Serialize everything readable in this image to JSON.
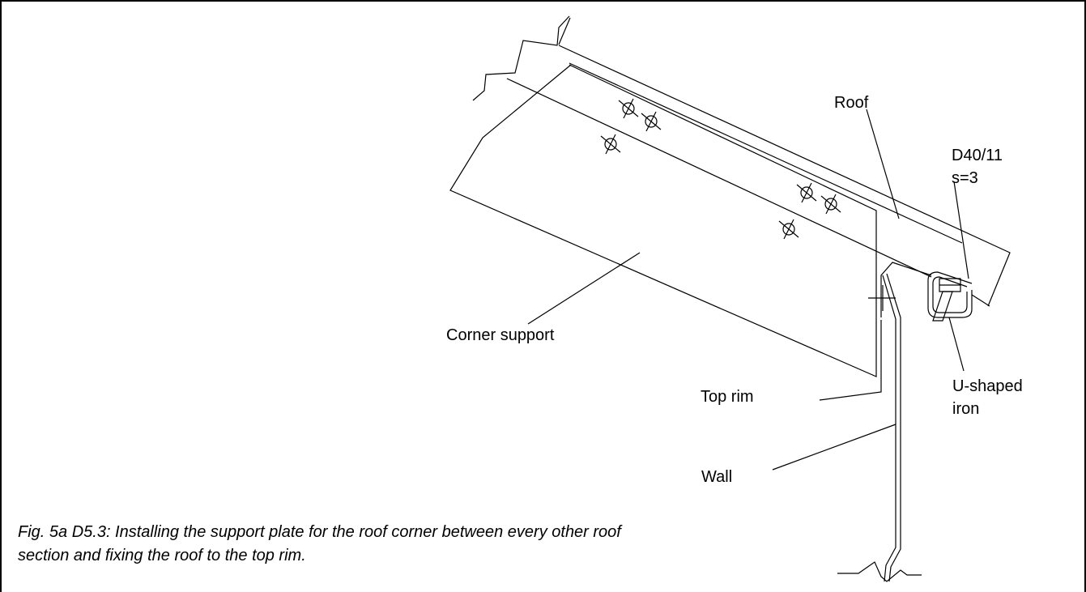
{
  "labels": {
    "roof": "Roof",
    "bolt_line1": "D40/11",
    "bolt_line2": "s=3",
    "corner_support": "Corner support",
    "top_rim": "Top rim",
    "u_iron_line1": "U-shaped",
    "u_iron_line2": "iron",
    "wall": "Wall"
  },
  "caption": {
    "line1": "Fig. 5a D5.3: Installing the support plate for the roof corner between every other roof",
    "line2": "section and fixing the roof to the top rim."
  }
}
